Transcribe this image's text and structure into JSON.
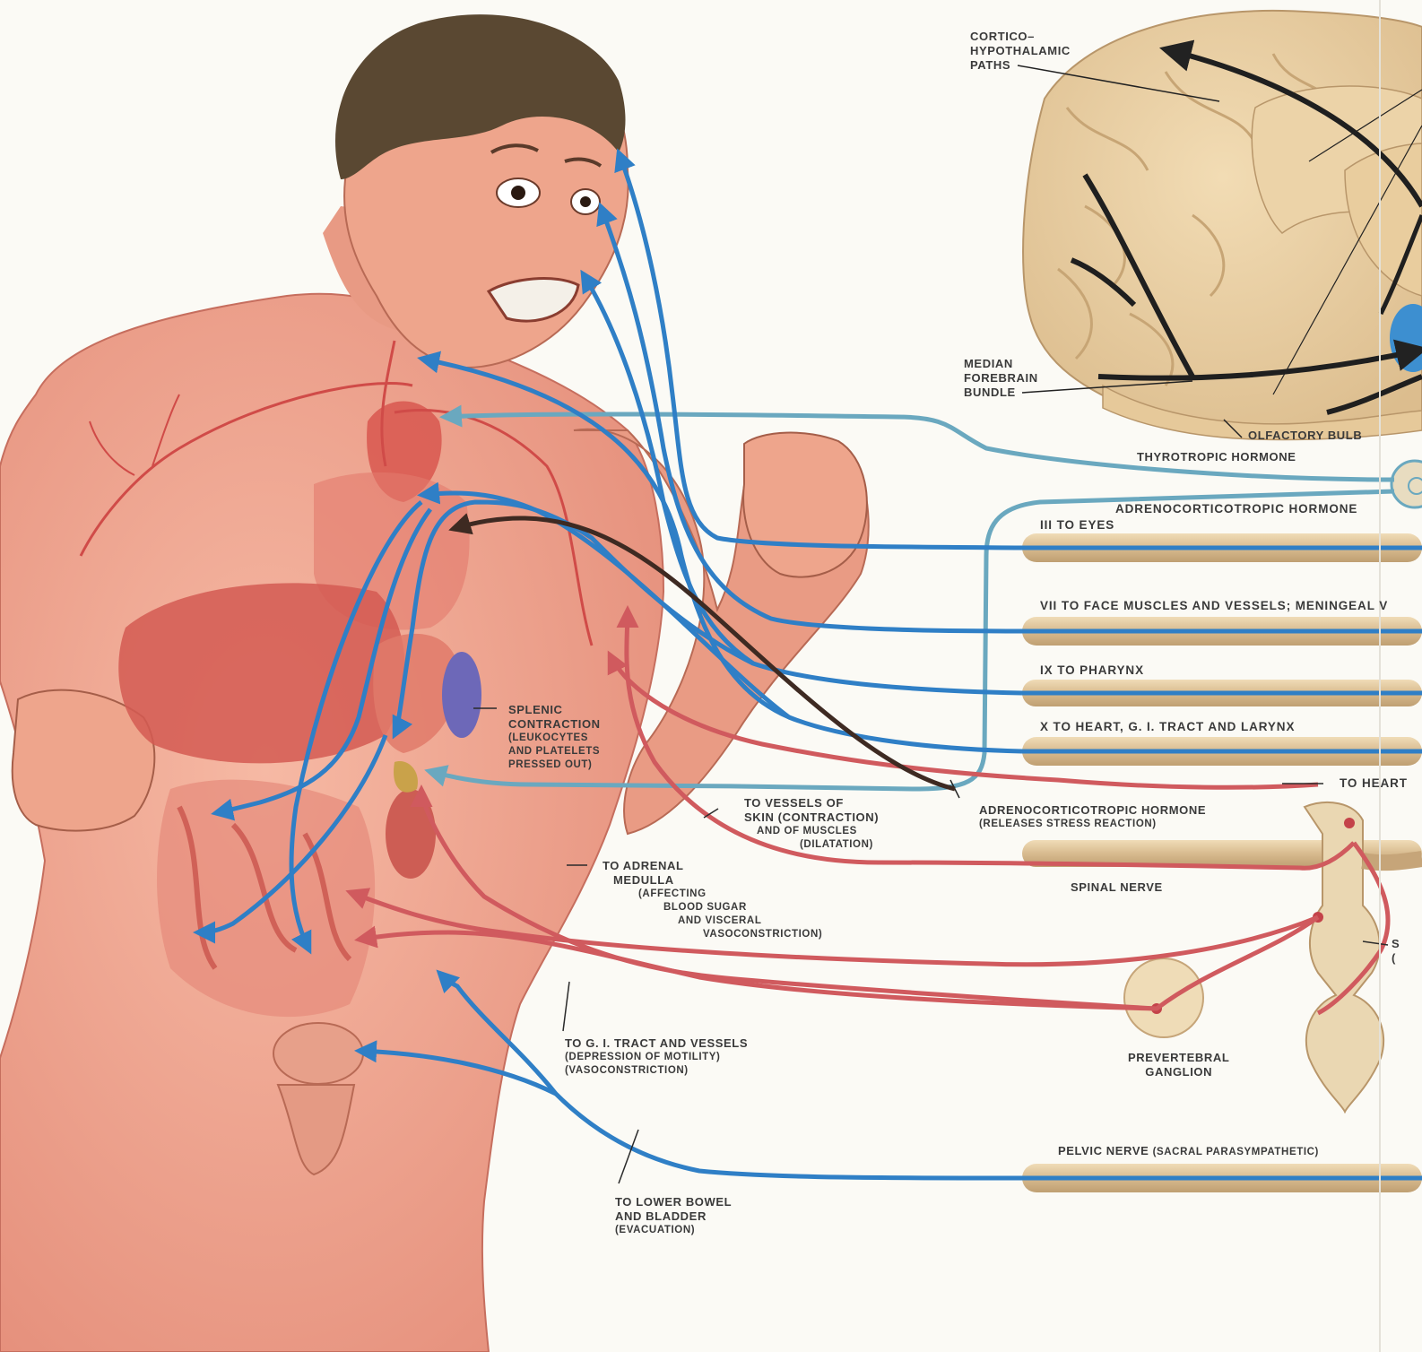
{
  "colors": {
    "sympathetic": "#d05a5e",
    "parasympathetic": "#2f7fc6",
    "hormone": "#6aa8bf",
    "skin": "#efa38f",
    "nerve_sheath": "#dcc39c",
    "brain": "#e9cfa3",
    "organ": "#d8574f",
    "spleen": "#6d68b8"
  },
  "icons": [
    "brain-illustration",
    "human-torso-illustration",
    "spinal-cord-segment",
    "ganglion"
  ],
  "brain": {
    "cortico_hypothalamic": [
      "CORTICO–",
      "HYPOTHALAMIC",
      "PATHS"
    ],
    "median_forebrain": [
      "MEDIAN",
      "FOREBRAIN",
      "BUNDLE"
    ],
    "olfactory_bulb": "OLFACTORY BULB"
  },
  "hormones": {
    "thyrotropic": "THYROTROPIC HORMONE",
    "adrenocorticotropic_top": "ADRENOCORTICOTROPIC HORMONE",
    "adrenocorticotropic_bottom": "ADRENOCORTICOTROPIC HORMONE",
    "adrenocorticotropic_bottom_note": "(RELEASES STRESS REACTION)"
  },
  "nerves": [
    {
      "label": "III  TO EYES"
    },
    {
      "label": "VII TO FACE MUSCLES AND VESSELS; MENINGEAL V"
    },
    {
      "label": "IX TO PHARYNX"
    },
    {
      "label": "X TO HEART, G. I. TRACT AND LARYNX"
    }
  ],
  "spinal": {
    "to_heart": "TO HEART",
    "spinal_nerve": "SPINAL NERVE",
    "prevertebral": [
      "PREVERTEBRAL",
      "GANGLION"
    ],
    "cut_letters": [
      "S",
      "("
    ],
    "pelvic_nerve": "PELVIC NERVE",
    "pelvic_note": "(SACRAL PARASYMPATHETIC)"
  },
  "body_labels": {
    "splenic": [
      "SPLENIC",
      "CONTRACTION",
      "(LEUKOCYTES",
      "AND PLATELETS",
      "PRESSED OUT)"
    ],
    "vessels_skin": [
      "TO VESSELS OF",
      "SKIN (CONTRACTION)",
      "AND OF MUSCLES",
      "(DILATATION)"
    ],
    "adrenal_medulla": [
      "TO ADRENAL",
      "MEDULLA",
      "(AFFECTING",
      "BLOOD SUGAR",
      "AND VISCERAL",
      "VASOCONSTRICTION)"
    ],
    "gi_tract": [
      "TO G. I. TRACT AND VESSELS",
      "(DEPRESSION OF MOTILITY)",
      "(VASOCONSTRICTION)"
    ],
    "lower_bowel": [
      "TO LOWER BOWEL",
      "AND BLADDER",
      "(EVACUATION)"
    ]
  }
}
